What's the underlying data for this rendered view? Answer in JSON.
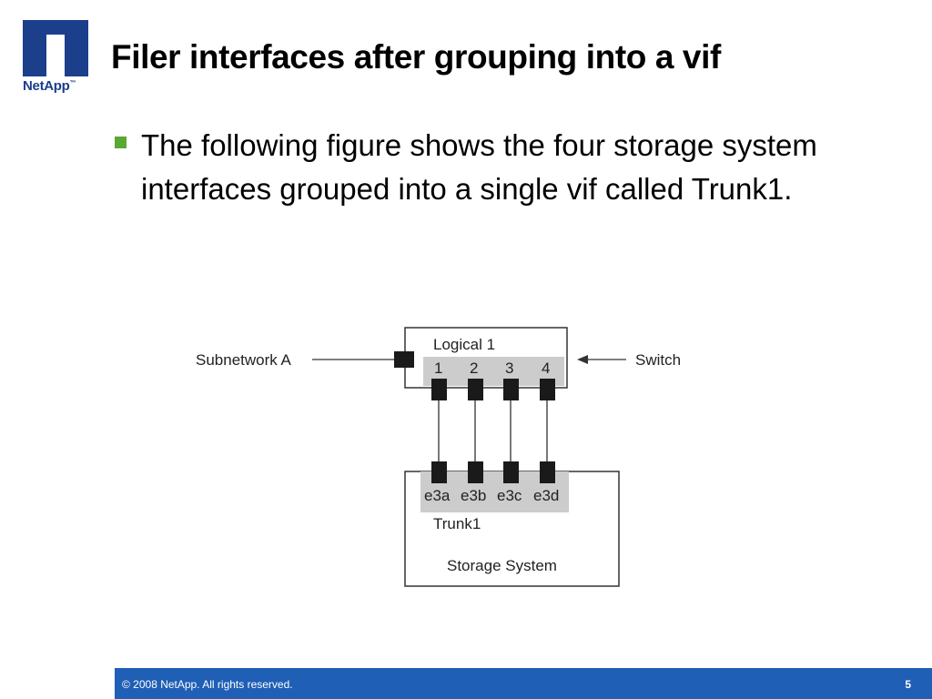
{
  "logo": {
    "text": "NetApp",
    "trademark": "™"
  },
  "title": "Filer interfaces after grouping into a vif",
  "bullet": "The following figure shows the four storage system interfaces grouped into a single vif called Trunk1.",
  "diagram": {
    "subnet_label": "Subnetwork A",
    "switch_box_label": "Logical 1",
    "switch_label": "Switch",
    "ports": [
      "1",
      "2",
      "3",
      "4"
    ],
    "interfaces": [
      "e3a",
      "e3b",
      "e3c",
      "e3d"
    ],
    "trunk_label": "Trunk1",
    "system_label": "Storage System"
  },
  "footer": {
    "copyright": "© 2008 NetApp.  All rights reserved.",
    "page": "5"
  },
  "colors": {
    "accent_blue": "#1f5fb5",
    "logo_blue": "#1b3f8b",
    "bullet_green": "#5aa832"
  }
}
